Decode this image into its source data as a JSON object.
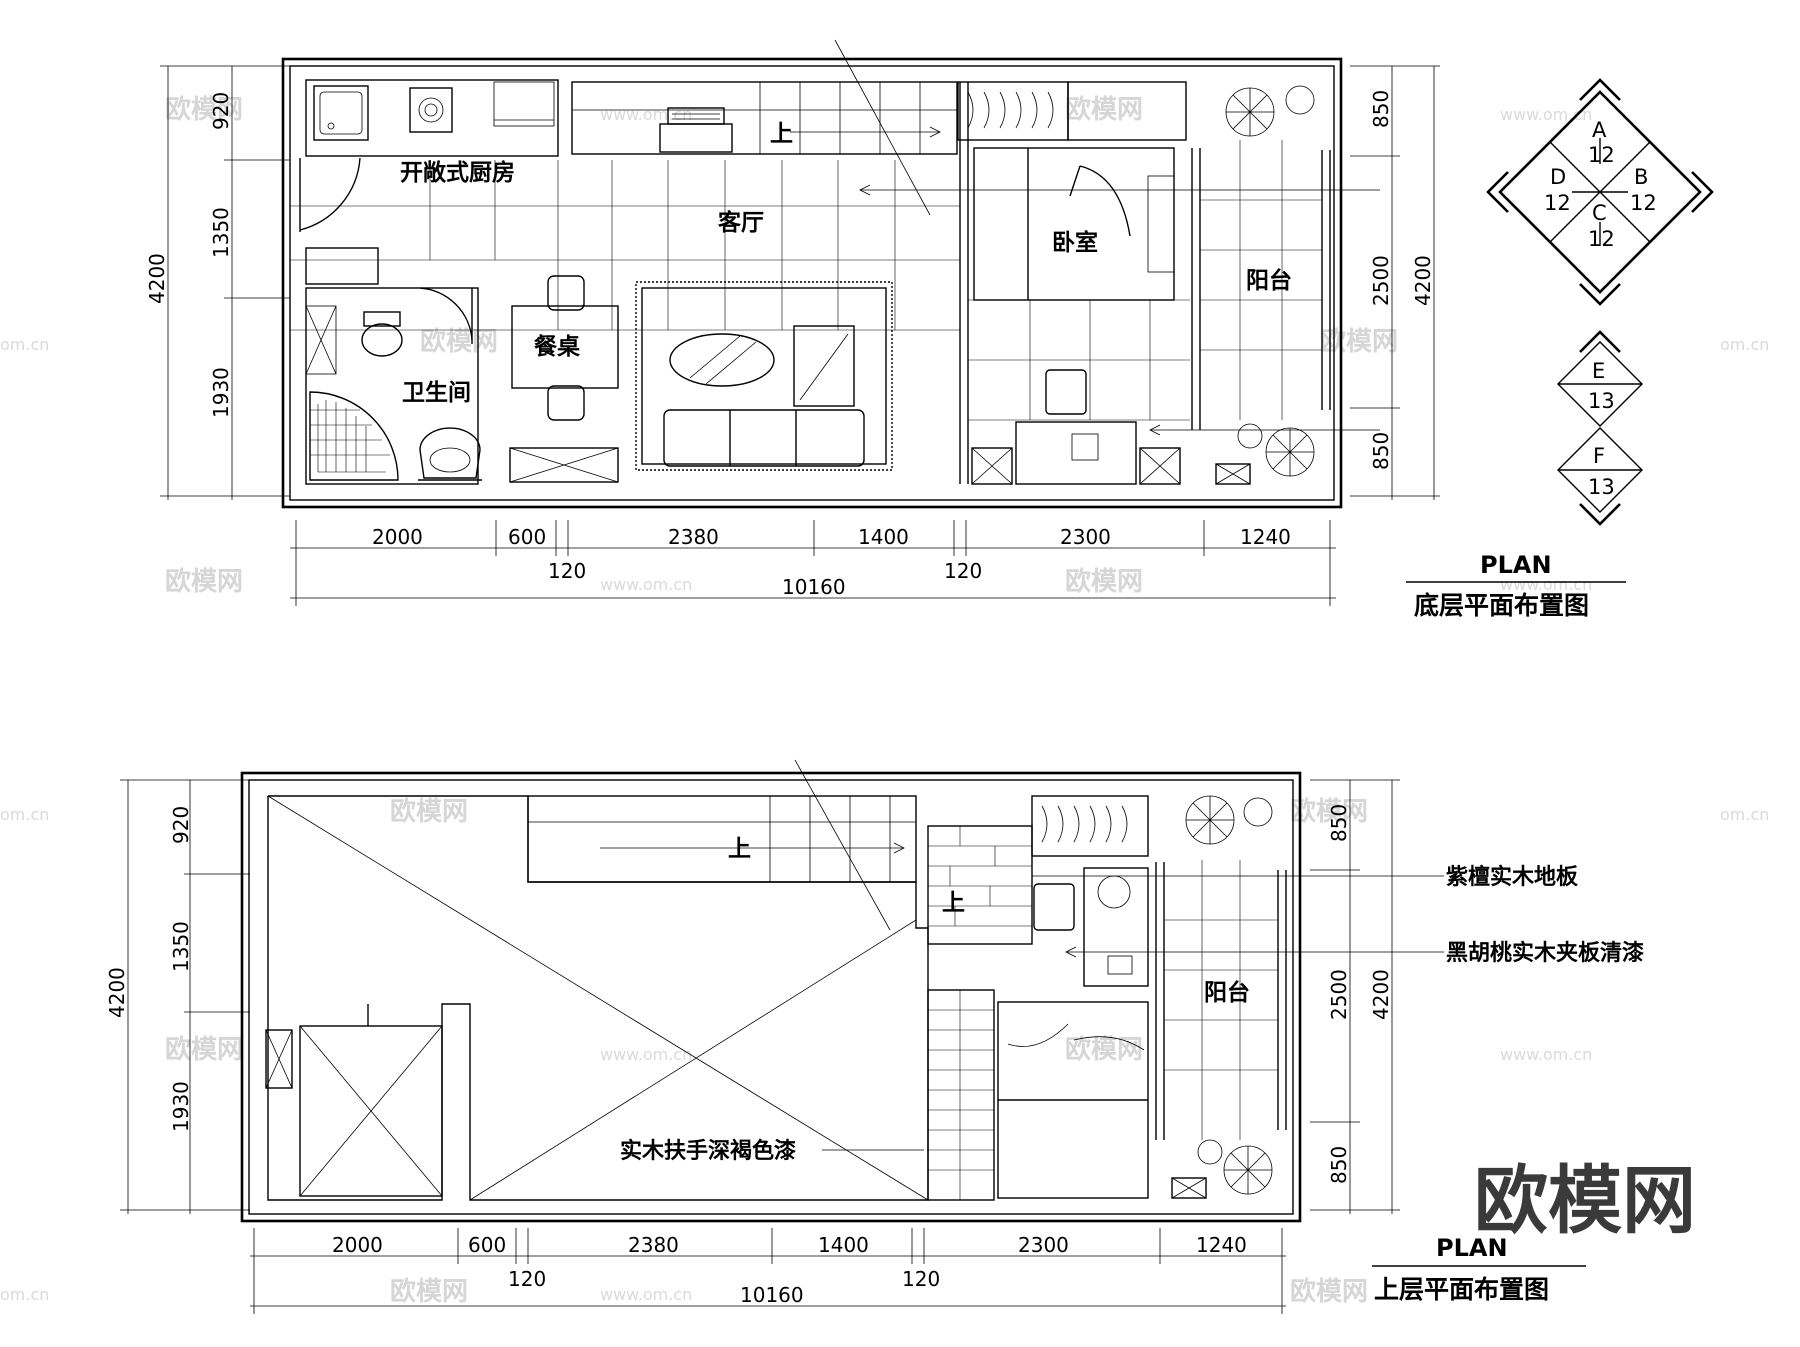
{
  "lower_plan": {
    "rooms": {
      "kitchen": "开敞式厨房",
      "living": "客厅",
      "bedroom": "卧室",
      "balcony": "阳台",
      "dining": "餐桌",
      "bathroom": "卫生间",
      "stair_up": "上"
    },
    "dims_bottom": [
      "2000",
      "600",
      "2380",
      "1400",
      "2300",
      "1240"
    ],
    "dims_gaps": [
      "120",
      "120"
    ],
    "dim_total": "10160",
    "dims_left": [
      "920",
      "1350",
      "1930"
    ],
    "dim_left_total": "4200",
    "dims_right": [
      "850",
      "2500",
      "850"
    ],
    "dim_right_total": "4200",
    "title_en": "PLAN",
    "title_cn": "底层平面布置图"
  },
  "upper_plan": {
    "rooms": {
      "balcony": "阳台",
      "stair_up_1": "上",
      "stair_up_2": "上"
    },
    "notes": {
      "floor": "紫檀实木地板",
      "panel": "黑胡桃实木夹板清漆",
      "handrail": "实木扶手深褐色漆"
    },
    "dims_bottom": [
      "2000",
      "600",
      "2380",
      "1400",
      "2300",
      "1240"
    ],
    "dims_gaps": [
      "120",
      "120"
    ],
    "dim_total": "10160",
    "dims_left": [
      "920",
      "1350",
      "1930"
    ],
    "dim_left_total": "4200",
    "dims_right": [
      "850",
      "2500",
      "850"
    ],
    "dim_right_total": "4200",
    "title_en": "PLAN",
    "title_cn": "上层平面布置图"
  },
  "elevation_index": {
    "markers": [
      {
        "letter": "A",
        "sheet": "12"
      },
      {
        "letter": "D",
        "sheet": "12"
      },
      {
        "letter": "B",
        "sheet": "12"
      },
      {
        "letter": "C",
        "sheet": "12"
      },
      {
        "letter": "E",
        "sheet": "13"
      },
      {
        "letter": "F",
        "sheet": "13"
      }
    ]
  },
  "watermark": {
    "text": "欧模网",
    "url": "www.om.cn",
    "url_short": "om.cn",
    "brand": "欧模网"
  }
}
